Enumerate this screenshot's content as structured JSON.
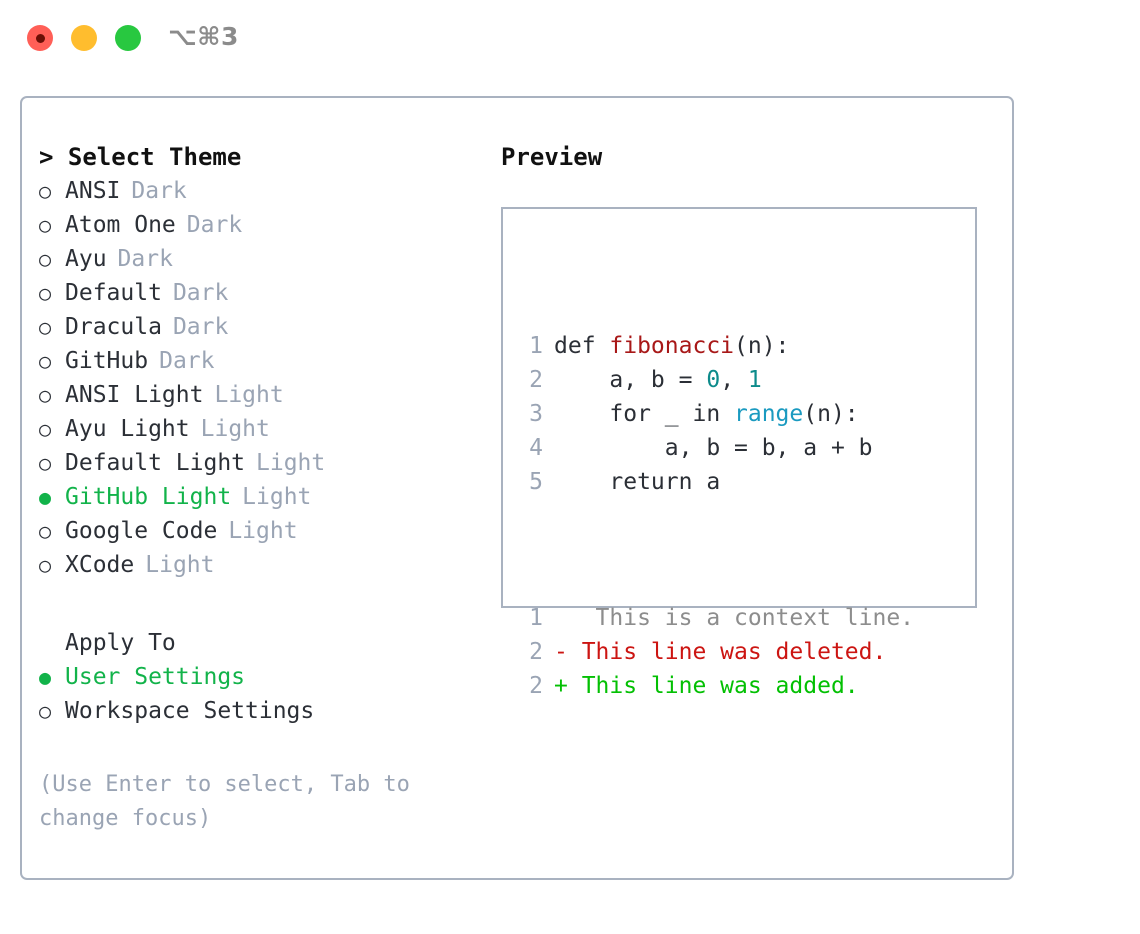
{
  "titlebar": {
    "shortcut": "⌥⌘3",
    "lights": [
      "close-red",
      "minimize-amber",
      "maximize-green"
    ]
  },
  "theme_panel": {
    "heading": "> Select Theme",
    "options": [
      {
        "label": "ANSI",
        "tag": "Dark",
        "selected": false,
        "marker": "○"
      },
      {
        "label": "Atom One",
        "tag": "Dark",
        "selected": false,
        "marker": "○"
      },
      {
        "label": "Ayu",
        "tag": "Dark",
        "selected": false,
        "marker": "○"
      },
      {
        "label": "Default",
        "tag": "Dark",
        "selected": false,
        "marker": "○"
      },
      {
        "label": "Dracula",
        "tag": "Dark",
        "selected": false,
        "marker": "○"
      },
      {
        "label": "GitHub",
        "tag": "Dark",
        "selected": false,
        "marker": "○"
      },
      {
        "label": "ANSI Light",
        "tag": "Light",
        "selected": false,
        "marker": "○"
      },
      {
        "label": "Ayu Light",
        "tag": "Light",
        "selected": false,
        "marker": "○"
      },
      {
        "label": "Default Light",
        "tag": "Light",
        "selected": false,
        "marker": "○"
      },
      {
        "label": "GitHub Light",
        "tag": "Light",
        "selected": true,
        "marker": "●"
      },
      {
        "label": "Google Code",
        "tag": "Light",
        "selected": false,
        "marker": "○"
      },
      {
        "label": "XCode",
        "tag": "Light",
        "selected": false,
        "marker": "○"
      }
    ],
    "apply_to": {
      "heading": "Apply To",
      "options": [
        {
          "label": "User Settings",
          "selected": true,
          "marker": "●"
        },
        {
          "label": "Workspace Settings",
          "selected": false,
          "marker": "○"
        }
      ]
    },
    "hint": "(Use Enter to select, Tab to change focus)"
  },
  "preview": {
    "heading": "Preview",
    "code_lines": [
      {
        "no": "1",
        "tokens": [
          {
            "t": "def ",
            "k": "plain"
          },
          {
            "t": "fibonacci",
            "k": "fn"
          },
          {
            "t": "(n):",
            "k": "plain"
          }
        ]
      },
      {
        "no": "2",
        "tokens": [
          {
            "t": "    a, b = ",
            "k": "plain"
          },
          {
            "t": "0",
            "k": "num"
          },
          {
            "t": ", ",
            "k": "plain"
          },
          {
            "t": "1",
            "k": "num"
          }
        ]
      },
      {
        "no": "3",
        "tokens": [
          {
            "t": "    for _ in ",
            "k": "plain"
          },
          {
            "t": "range",
            "k": "call"
          },
          {
            "t": "(n):",
            "k": "plain"
          }
        ]
      },
      {
        "no": "4",
        "tokens": [
          {
            "t": "        a, b = b, a + b",
            "k": "plain"
          }
        ]
      },
      {
        "no": "5",
        "tokens": [
          {
            "t": "    return a",
            "k": "plain"
          }
        ]
      }
    ],
    "diff_lines": [
      {
        "no": "1",
        "sign": " ",
        "text": "  This is a context line.",
        "kind": "context"
      },
      {
        "no": "2",
        "sign": "-",
        "text": " This line was deleted.",
        "kind": "deleted"
      },
      {
        "no": "2",
        "sign": "+",
        "text": " This line was added.",
        "kind": "added"
      }
    ]
  },
  "colors": {
    "selected_green": "#12b34a",
    "tag_gray": "#9aa4b4",
    "border": "#a9b2c0",
    "diff_deleted": "#cc1512",
    "diff_added": "#03c003",
    "code_function": "#a81818",
    "code_number": "#0d8b8b",
    "code_call": "#1a9ac0"
  }
}
